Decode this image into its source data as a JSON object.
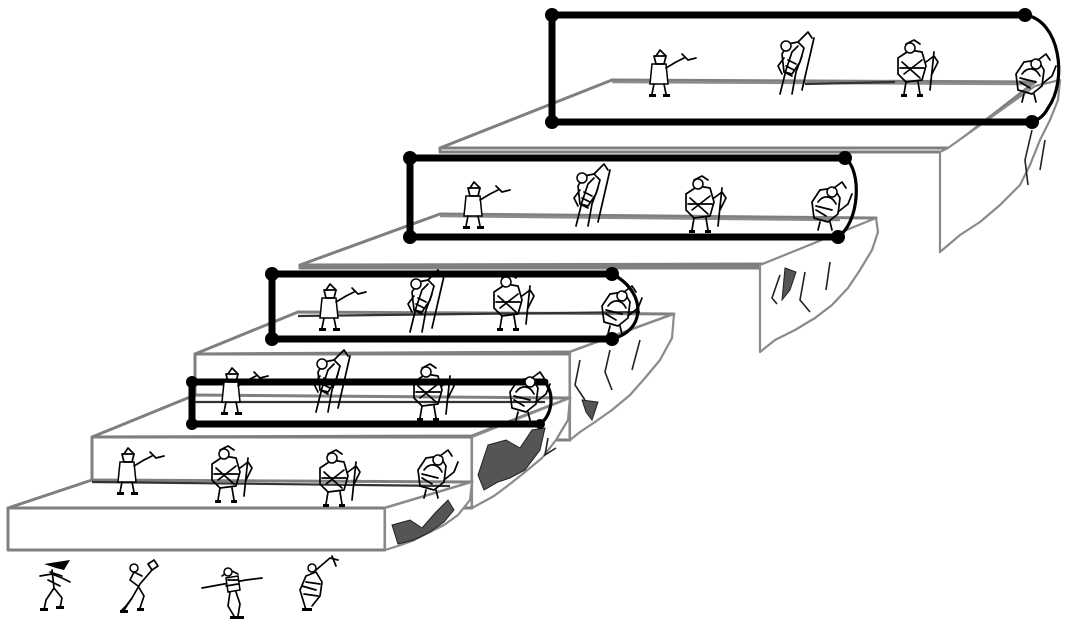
{
  "diagram": {
    "kind": "staircase of climbing figures",
    "steps": [
      {
        "id": "step-1",
        "framed": false
      },
      {
        "id": "step-2",
        "framed": false
      },
      {
        "id": "step-3",
        "framed": true
      },
      {
        "id": "step-4",
        "framed": true
      },
      {
        "id": "step-5",
        "framed": true
      },
      {
        "id": "step-6",
        "framed": true
      }
    ],
    "figures_per_step": 4,
    "ground_figures": 4,
    "colors": {
      "step_outline": "#7f7f7f",
      "frame": "#000000",
      "ink": "#000000",
      "background": "#ffffff"
    }
  }
}
